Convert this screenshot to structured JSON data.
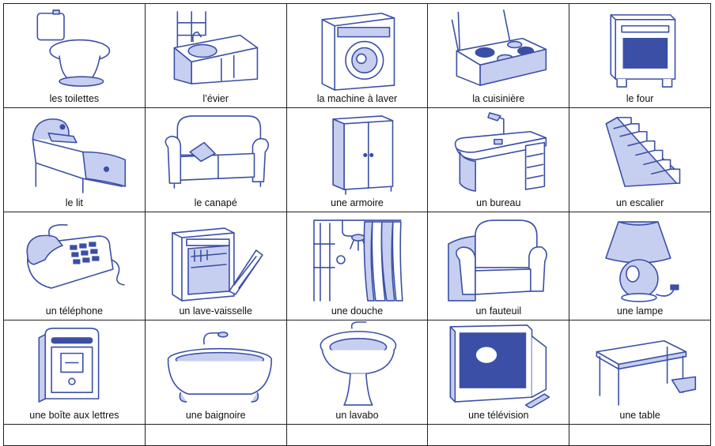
{
  "items": [
    {
      "label": "les toilettes",
      "icon": "toilet-icon"
    },
    {
      "label": "l’évier",
      "icon": "sink-icon"
    },
    {
      "label": "la machine à laver",
      "icon": "washing-machine-icon"
    },
    {
      "label": "la cuisinière",
      "icon": "stove-icon"
    },
    {
      "label": "le four",
      "icon": "oven-icon"
    },
    {
      "label": "le lit",
      "icon": "bed-icon"
    },
    {
      "label": "le canapé",
      "icon": "sofa-icon"
    },
    {
      "label": "une armoire",
      "icon": "wardrobe-icon"
    },
    {
      "label": "un bureau",
      "icon": "desk-icon"
    },
    {
      "label": "un escalier",
      "icon": "stairs-icon"
    },
    {
      "label": "un téléphone",
      "icon": "telephone-icon"
    },
    {
      "label": "un lave-vaisselle",
      "icon": "dishwasher-icon"
    },
    {
      "label": "une douche",
      "icon": "shower-icon"
    },
    {
      "label": "un fauteuil",
      "icon": "armchair-icon"
    },
    {
      "label": "une lampe",
      "icon": "lamp-icon"
    },
    {
      "label": "une boîte aux lettres",
      "icon": "mailbox-icon"
    },
    {
      "label": "une baignoire",
      "icon": "bathtub-icon"
    },
    {
      "label": "un lavabo",
      "icon": "washbasin-icon"
    },
    {
      "label": "une télévision",
      "icon": "television-icon"
    },
    {
      "label": "une table",
      "icon": "table-icon"
    }
  ],
  "colors": {
    "ink": "#3b4fa6",
    "wash": "#c7cff0",
    "grid": "#222222"
  }
}
